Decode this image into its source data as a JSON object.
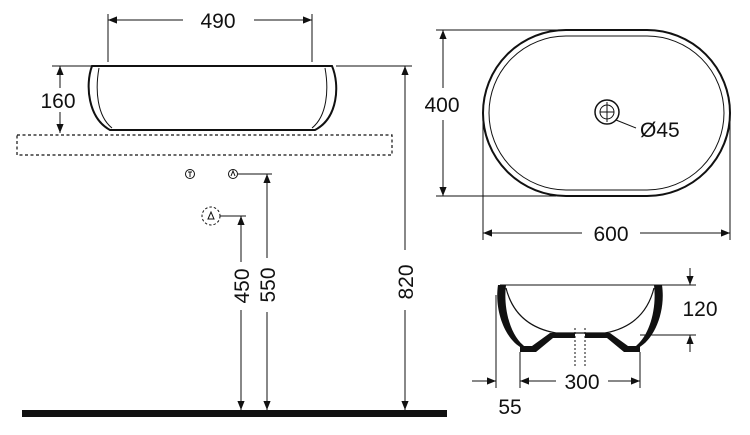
{
  "dimensions": {
    "basin_top_width": "490",
    "basin_height": "160",
    "trap_height_lower": "450",
    "trap_height_upper": "550",
    "total_height": "820",
    "plan_depth": "400",
    "plan_width": "600",
    "waste_diameter": "Ø45",
    "section_height": "120",
    "foot_spacing": "300",
    "foot_offset": "55"
  }
}
